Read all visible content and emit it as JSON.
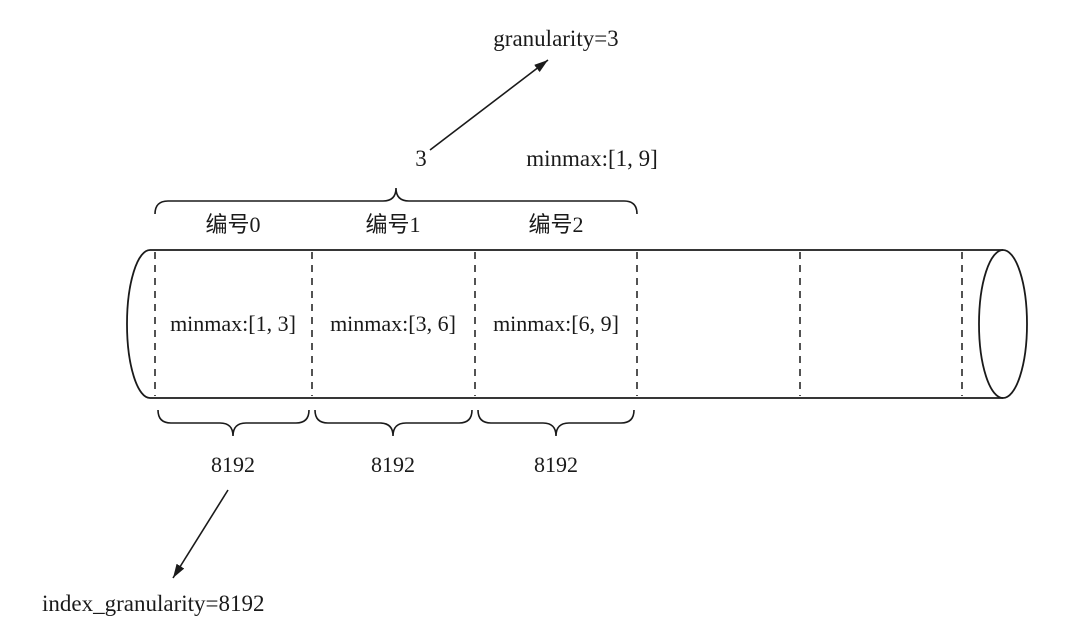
{
  "annotations": {
    "granularity": "granularity=3",
    "index_granularity": "index_granularity=8192"
  },
  "group": {
    "count": "3",
    "minmax": "minmax:[1, 9]"
  },
  "segments": [
    {
      "number": "编号0",
      "minmax": "minmax:[1, 3]",
      "size": "8192"
    },
    {
      "number": "编号1",
      "minmax": "minmax:[3, 6]",
      "size": "8192"
    },
    {
      "number": "编号2",
      "minmax": "minmax:[6, 9]",
      "size": "8192"
    }
  ],
  "colors": {
    "stroke": "#1a1a1a",
    "background": "#ffffff"
  }
}
